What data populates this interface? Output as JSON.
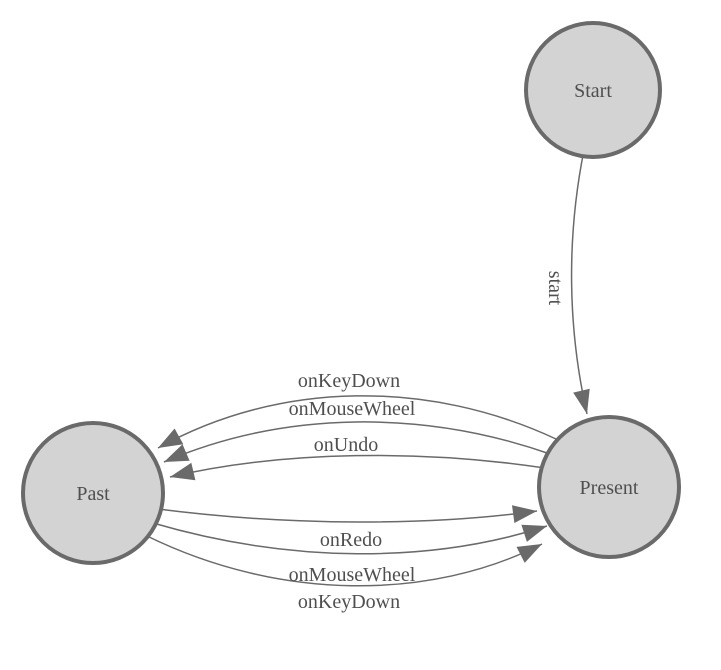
{
  "diagram": {
    "type": "state-machine-diagram",
    "background_color": "#ffffff",
    "node_fill_color": "#d3d3d3",
    "node_border_color": "#6a6a6a",
    "edge_color": "#6a6a6a",
    "label_color": "#4f4f4f",
    "nodes": [
      {
        "id": "start",
        "label": "Start"
      },
      {
        "id": "present",
        "label": "Present"
      },
      {
        "id": "past",
        "label": "Past"
      }
    ],
    "edges": [
      {
        "from": "Start",
        "to": "Present",
        "label": "start"
      },
      {
        "from": "Present",
        "to": "Past",
        "label": "onKeyDown"
      },
      {
        "from": "Present",
        "to": "Past",
        "label": "onMouseWheel"
      },
      {
        "from": "Present",
        "to": "Past",
        "label": "onUndo"
      },
      {
        "from": "Past",
        "to": "Present",
        "label": "onRedo"
      },
      {
        "from": "Past",
        "to": "Present",
        "label": "onMouseWheel"
      },
      {
        "from": "Past",
        "to": "Present",
        "label": "onKeyDown"
      }
    ]
  }
}
